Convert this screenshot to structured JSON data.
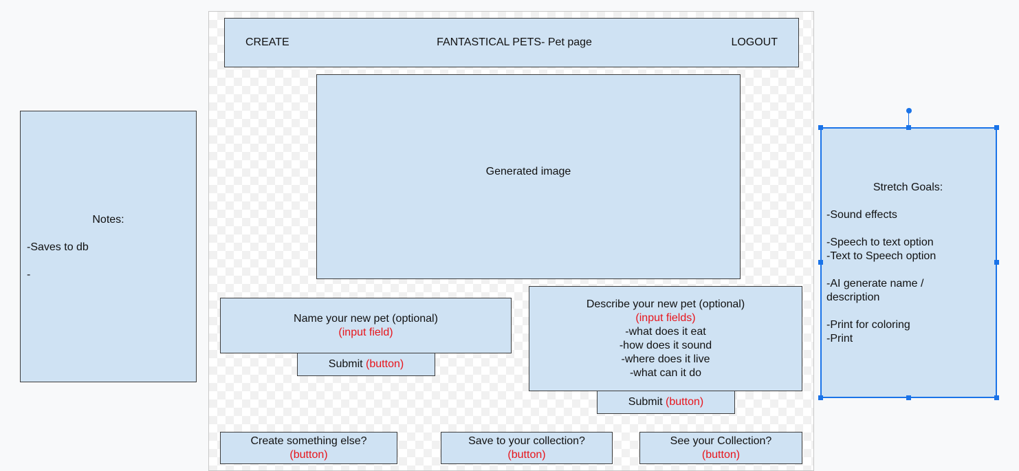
{
  "header": {
    "create_label": "CREATE",
    "title": "FANTASTICAL PETS- Pet page",
    "logout_label": "LOGOUT"
  },
  "image_box": {
    "label": "Generated image"
  },
  "name_section": {
    "label": "Name your new pet (optional)",
    "hint": "(input field)",
    "submit_label": "Submit",
    "submit_hint": "(button)"
  },
  "describe_section": {
    "label": "Describe your new pet (optional)",
    "hint": "(input fields)",
    "items": [
      "-what does it eat",
      "-how does it sound",
      "-where does it live",
      "-what can it do"
    ],
    "submit_label": "Submit",
    "submit_hint": "(button)"
  },
  "bottom_buttons": [
    {
      "label": "Create something else?",
      "hint": "(button)"
    },
    {
      "label": "Save to your collection?",
      "hint": "(button)"
    },
    {
      "label": "See your Collection?",
      "hint": "(button)"
    }
  ],
  "notes": {
    "title": "Notes:",
    "items": [
      "-Saves to db",
      "-"
    ]
  },
  "stretch_goals": {
    "title": "Stretch Goals:",
    "items": [
      "-Sound effects",
      "-Speech to text option",
      "-Text to Speech option",
      "-AI generate name / description",
      "-Print for coloring",
      "-Print"
    ]
  },
  "colors": {
    "box_fill": "#cfe2f3",
    "hint_red": "#e8141b",
    "selection_blue": "#1a73e8"
  }
}
